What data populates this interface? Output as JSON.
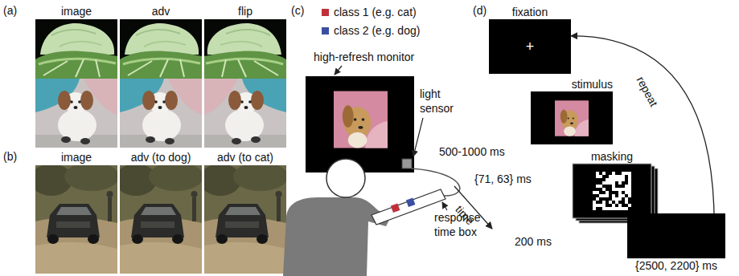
{
  "diagram": {
    "nodes": [
      {
        "text": [
          "fixation",
          "+"
        ]
      },
      {
        "text": [
          "stimulus"
        ]
      },
      {
        "text": [
          "masking"
        ]
      },
      {
        "text": [
          "{2500, 2200} ms"
        ]
      }
    ],
    "edges": [
      {
        "from": 3,
        "to": 0,
        "label": "repeat",
        "arrow": "to"
      }
    ],
    "labels": [
      "(a)",
      "image",
      "adv",
      "flip",
      "(b)",
      "image",
      "adv (to dog)",
      "adv (to cat)",
      "(c)",
      "high-refresh monitor",
      "light sensor",
      "response time box",
      "(d)",
      "500-1000 ms",
      "{71, 63} ms",
      "200 ms",
      "time"
    ],
    "legend": [
      {
        "text": "class 1 (e.g. cat)",
        "color": "#c0303a"
      },
      {
        "text": "class 2 (e.g. dog)",
        "color": "#3b4fa0"
      }
    ]
  }
}
